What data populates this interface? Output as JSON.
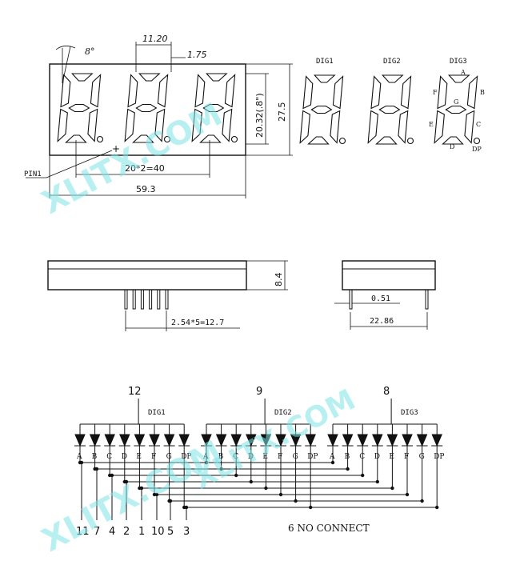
{
  "dimensions": {
    "angle": "8°",
    "digit_pitch": "11.20",
    "segment_width": "1.75",
    "digit_height": "20.32(.8\")",
    "body_height": "27.5",
    "pin_spacing": "20*2=40",
    "body_width": "59.3",
    "thickness": "8.4",
    "pin_pitch": "2.54*5=12.7",
    "pin_diameter": "0.51",
    "row_spacing": "22.86",
    "pin1_label": "PIN1",
    "plus_sign": "+"
  },
  "digit_labels": [
    "DIG1",
    "DIG2",
    "DIG3"
  ],
  "segment_letters": [
    "A",
    "B",
    "C",
    "D",
    "E",
    "F",
    "G",
    "DP"
  ],
  "common_pins": [
    "12",
    "9",
    "8"
  ],
  "bottom_pins": [
    "11",
    "7",
    "4",
    "2",
    "1",
    "10",
    "5",
    "3"
  ],
  "no_connect_note": "6 NO CONNECT",
  "watermark": "XLITX.COM",
  "colors": {
    "line": "#111111",
    "watermark": "#7fe5e8"
  }
}
